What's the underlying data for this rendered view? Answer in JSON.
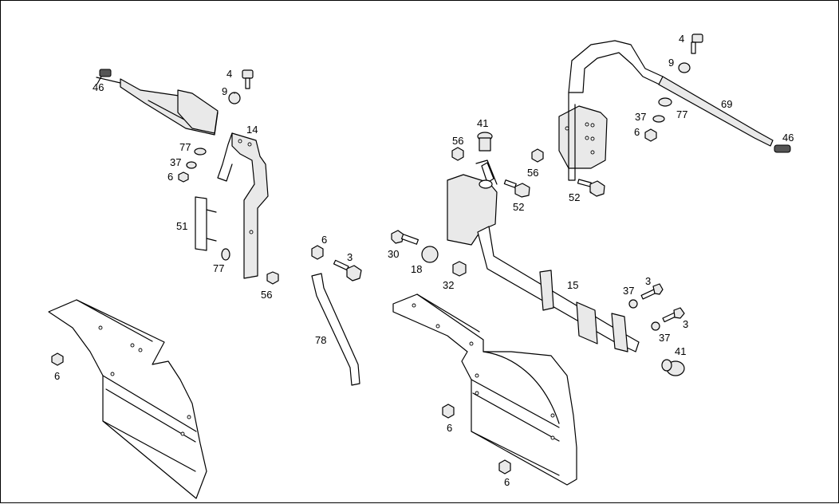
{
  "diagram": {
    "callouts": [
      "46",
      "4",
      "9",
      "14",
      "77",
      "37",
      "6",
      "51",
      "77",
      "56",
      "6",
      "3",
      "78",
      "30",
      "18",
      "32",
      "56",
      "41",
      "56",
      "52",
      "52",
      "15",
      "3",
      "37",
      "3",
      "37",
      "41",
      "6",
      "6",
      "4",
      "9",
      "69",
      "37",
      "77",
      "6",
      "46",
      "6"
    ]
  }
}
